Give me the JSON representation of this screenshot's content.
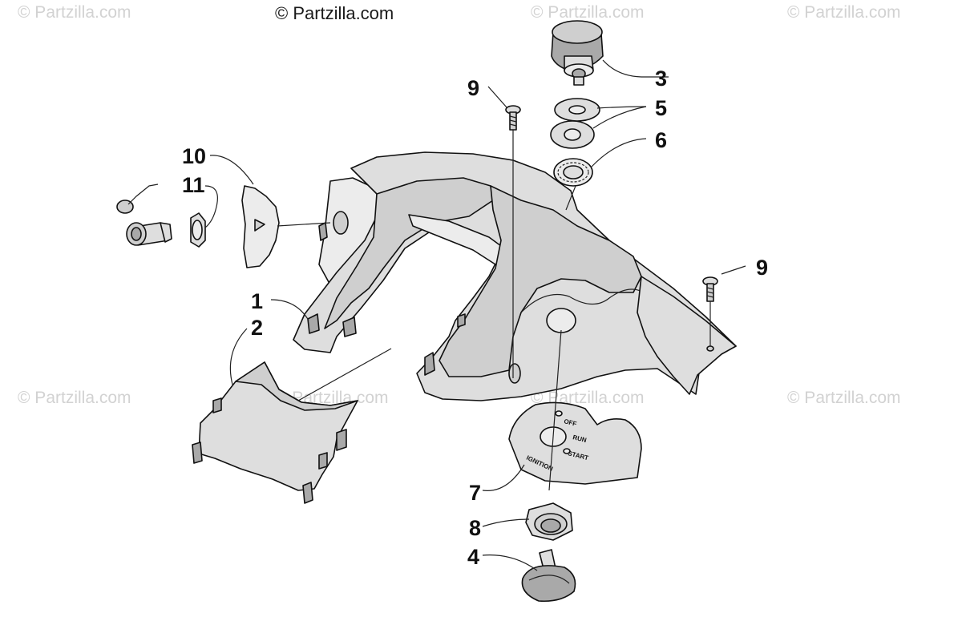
{
  "watermarks": {
    "main": "© Partzilla.com",
    "faded": "© Partzilla.com"
  },
  "callouts": {
    "c1": "1",
    "c2": "2",
    "c3": "3",
    "c4": "4",
    "c5": "5",
    "c6": "6",
    "c7": "7",
    "c8": "8",
    "c9a": "9",
    "c9b": "9",
    "c10": "10",
    "c11": "11"
  },
  "ignition_plate": {
    "off": "OFF",
    "run": "RUN",
    "start": "START",
    "ignition": "IGNITION"
  },
  "colors": {
    "part_fill": "#dedede",
    "outline": "#111111",
    "watermark": "#d2d2d2"
  }
}
